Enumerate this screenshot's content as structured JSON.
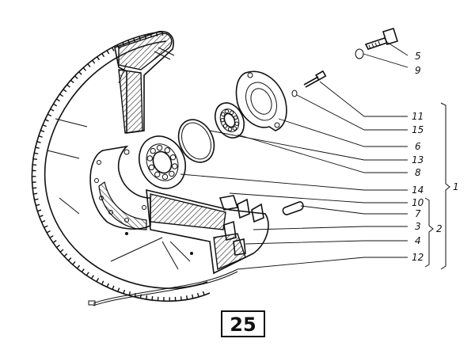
{
  "figure_number": "25",
  "callouts": [
    {
      "label": "5"
    },
    {
      "label": "9"
    },
    {
      "label": "11"
    },
    {
      "label": "15"
    },
    {
      "label": "6"
    },
    {
      "label": "13"
    },
    {
      "label": "8"
    },
    {
      "label": "14"
    },
    {
      "label": "10"
    },
    {
      "label": "7"
    },
    {
      "label": "3"
    },
    {
      "label": "4"
    },
    {
      "label": "12"
    }
  ],
  "group_labels": [
    {
      "label": "1"
    },
    {
      "label": "2"
    }
  ]
}
